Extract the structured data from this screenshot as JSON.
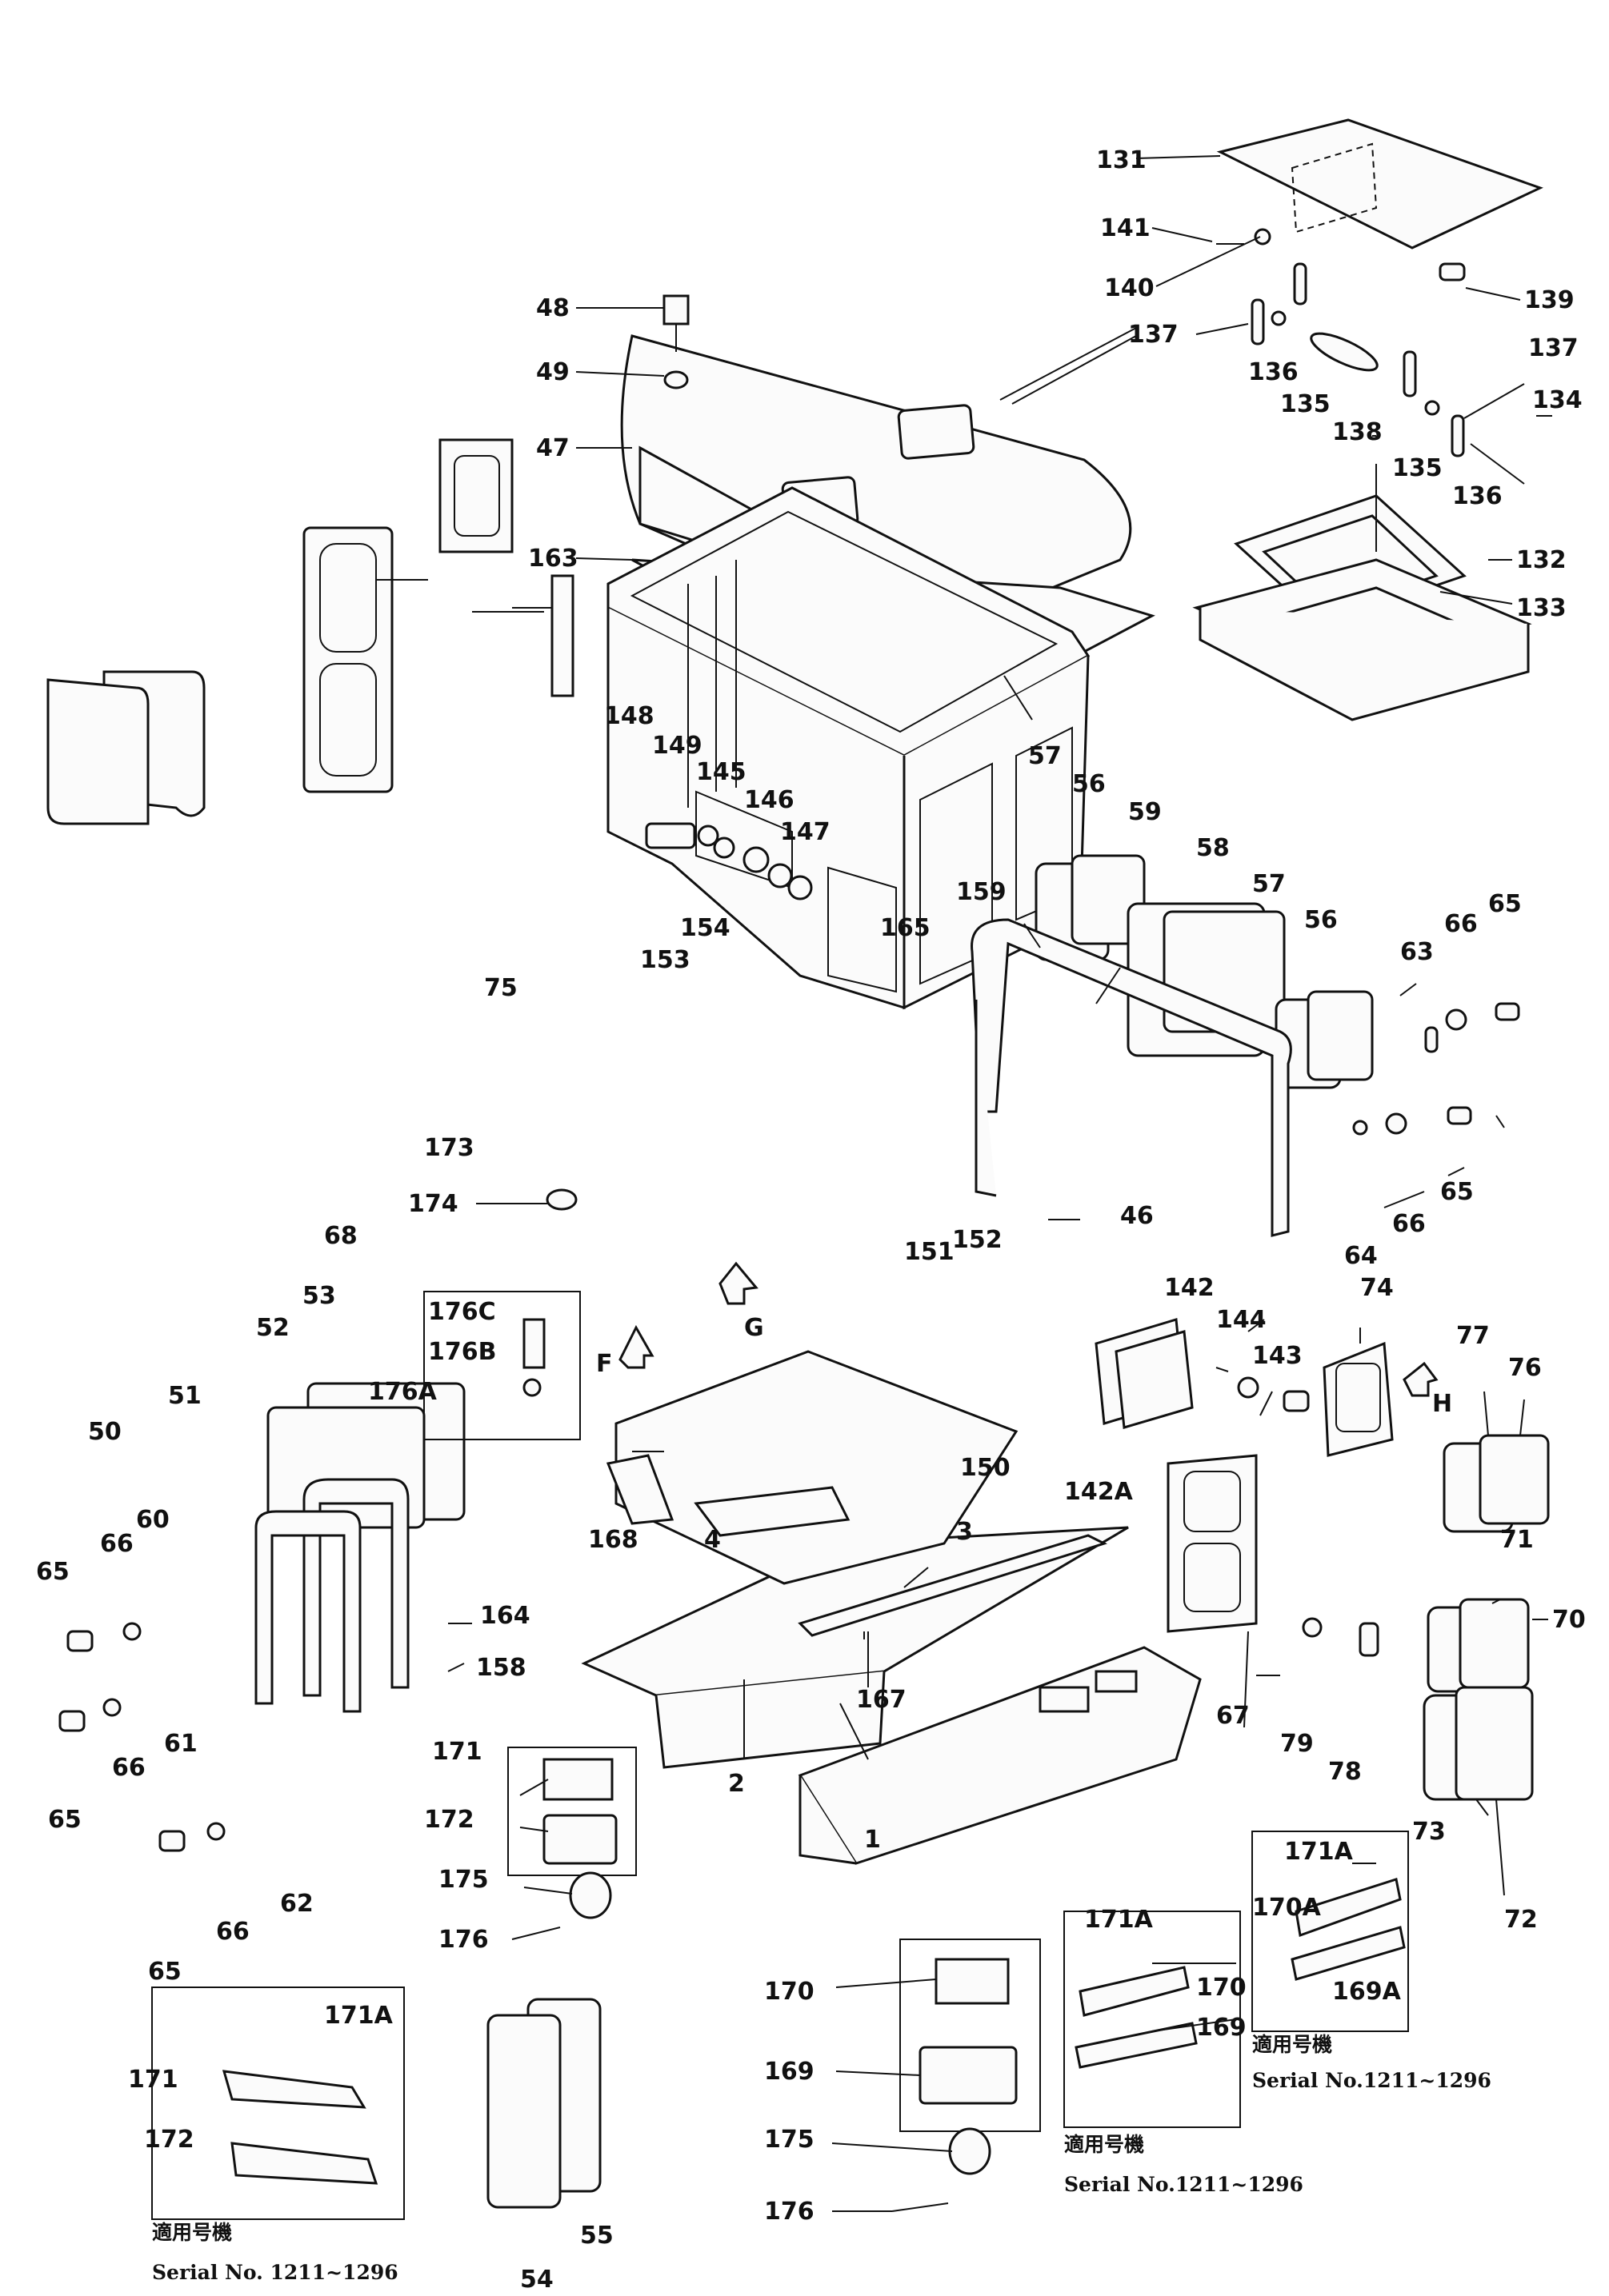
{
  "labels": {
    "p1": "1",
    "p2": "2",
    "p3": "3",
    "p4": "4",
    "p46": "46",
    "p47": "47",
    "p48": "48",
    "p49": "49",
    "p50": "50",
    "p51": "51",
    "p52": "52",
    "p53": "53",
    "p54": "54",
    "p55": "55",
    "p56a": "56",
    "p56b": "56",
    "p57a": "57",
    "p57b": "57",
    "p58": "58",
    "p59": "59",
    "p60": "60",
    "p61": "61",
    "p62": "62",
    "p63": "63",
    "p64": "64",
    "p65a": "65",
    "p65b": "65",
    "p65c": "65",
    "p65d": "65",
    "p65e": "65",
    "p66a": "66",
    "p66b": "66",
    "p66c": "66",
    "p66d": "66",
    "p66e": "66",
    "p67": "67",
    "p68": "68",
    "p70": "70",
    "p71": "71",
    "p72": "72",
    "p73": "73",
    "p74": "74",
    "p75": "75",
    "p76": "76",
    "p77": "77",
    "p78": "78",
    "p79": "79",
    "p131": "131",
    "p132": "132",
    "p133": "133",
    "p134": "134",
    "p135a": "135",
    "p135b": "135",
    "p136a": "136",
    "p136b": "136",
    "p137a": "137",
    "p137b": "137",
    "p138": "138",
    "p139": "139",
    "p140": "140",
    "p141": "141",
    "p142": "142",
    "p142A": "142A",
    "p143": "143",
    "p144": "144",
    "p145": "145",
    "p146": "146",
    "p147": "147",
    "p148": "148",
    "p149": "149",
    "p150": "150",
    "p151": "151",
    "p152": "152",
    "p153": "153",
    "p154": "154",
    "p158": "158",
    "p159": "159",
    "p163": "163",
    "p164": "164",
    "p165": "165",
    "p167": "167",
    "p168": "168",
    "p169a": "169",
    "p169b": "169",
    "p169A": "169A",
    "p170a": "170",
    "p170b": "170",
    "p170A": "170A",
    "p171a": "171",
    "p171b": "171",
    "p171Aa": "171A",
    "p171Ab": "171A",
    "p171Ac": "171A",
    "p172a": "172",
    "p172b": "172",
    "p173": "173",
    "p174": "174",
    "p175a": "175",
    "p175b": "175",
    "p176": "176",
    "p176b": "176",
    "p176A": "176A",
    "p176B": "176B",
    "p176C": "176C",
    "arrowF": "F",
    "arrowG": "G",
    "arrowH": "H"
  },
  "notes": {
    "applicable_1": "適用号機",
    "serial_1": "Serial  No. 1211~1296",
    "applicable_2": "適用号機",
    "serial_2": "Serial  No.1211~1296",
    "applicable_3": "適用号機",
    "serial_3": "Serial  No.1211~1296"
  }
}
